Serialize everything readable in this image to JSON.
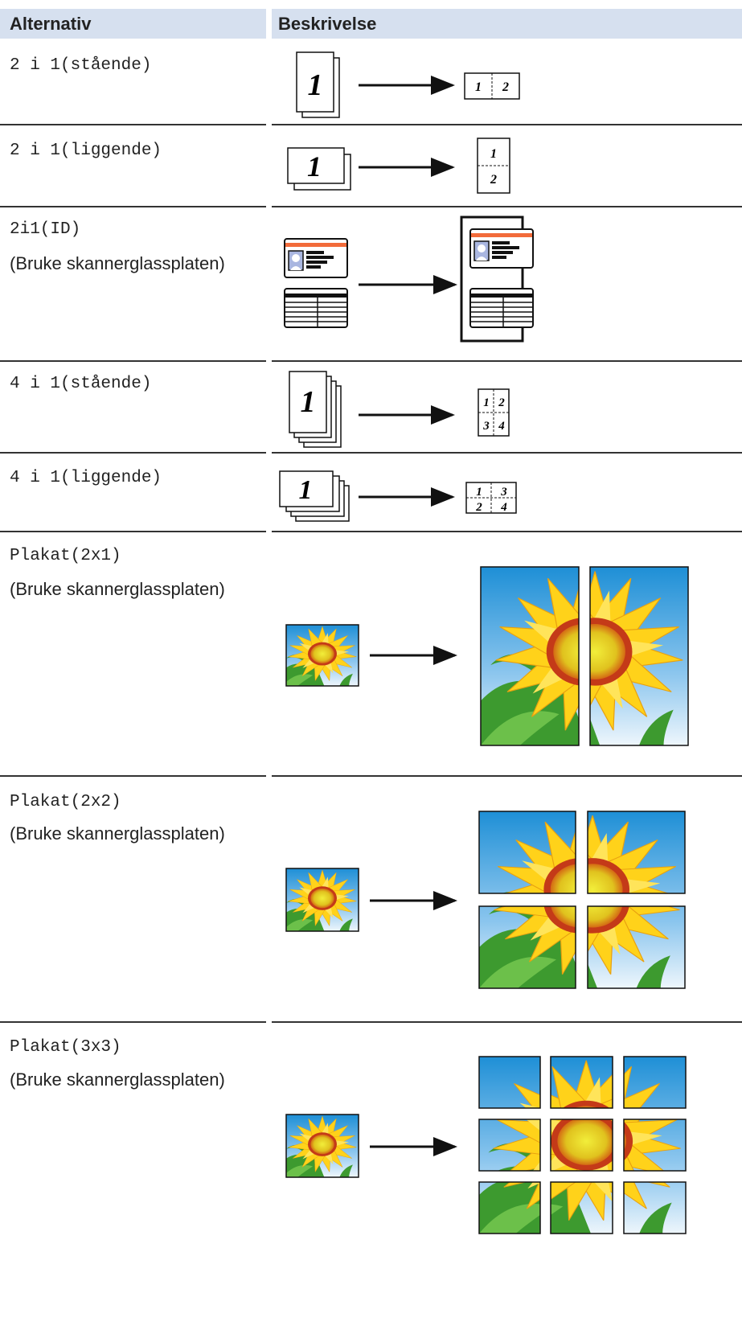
{
  "table": {
    "headers": {
      "option": "Alternativ",
      "description": "Beskrivelse"
    },
    "rows": [
      {
        "option": "2 i 1(stående)",
        "note": "",
        "illustration": "two-in-one-portrait",
        "digits": [
          "1",
          "1",
          "2"
        ]
      },
      {
        "option": "2 i 1(liggende)",
        "note": "",
        "illustration": "two-in-one-landscape",
        "digits": [
          "1",
          "1",
          "2"
        ]
      },
      {
        "option": "2i1(ID)",
        "note": "(Bruke skannerglassplaten)",
        "illustration": "id-card-copy"
      },
      {
        "option": "4 i 1(stående)",
        "note": "",
        "illustration": "four-in-one-portrait",
        "digits": [
          "1",
          "1",
          "2",
          "3",
          "4"
        ]
      },
      {
        "option": "4 i 1(liggende)",
        "note": "",
        "illustration": "four-in-one-landscape",
        "digits": [
          "1",
          "1",
          "3",
          "2",
          "4"
        ]
      },
      {
        "option": "Plakat(2x1)",
        "note": "(Bruke skannerglassplaten)",
        "illustration": "poster-2x1"
      },
      {
        "option": "Plakat(2x2)",
        "note": "(Bruke skannerglassplaten)",
        "illustration": "poster-2x2"
      },
      {
        "option": "Plakat(3x3)",
        "note": "(Bruke skannerglassplaten)",
        "illustration": "poster-3x3"
      }
    ]
  },
  "colors": {
    "header_bg": "#d6e0ef",
    "card_accent": "#f26b3a",
    "sky": "#1e8fd6",
    "petal": "#ffd21a",
    "leaf": "#3d9a2f"
  }
}
